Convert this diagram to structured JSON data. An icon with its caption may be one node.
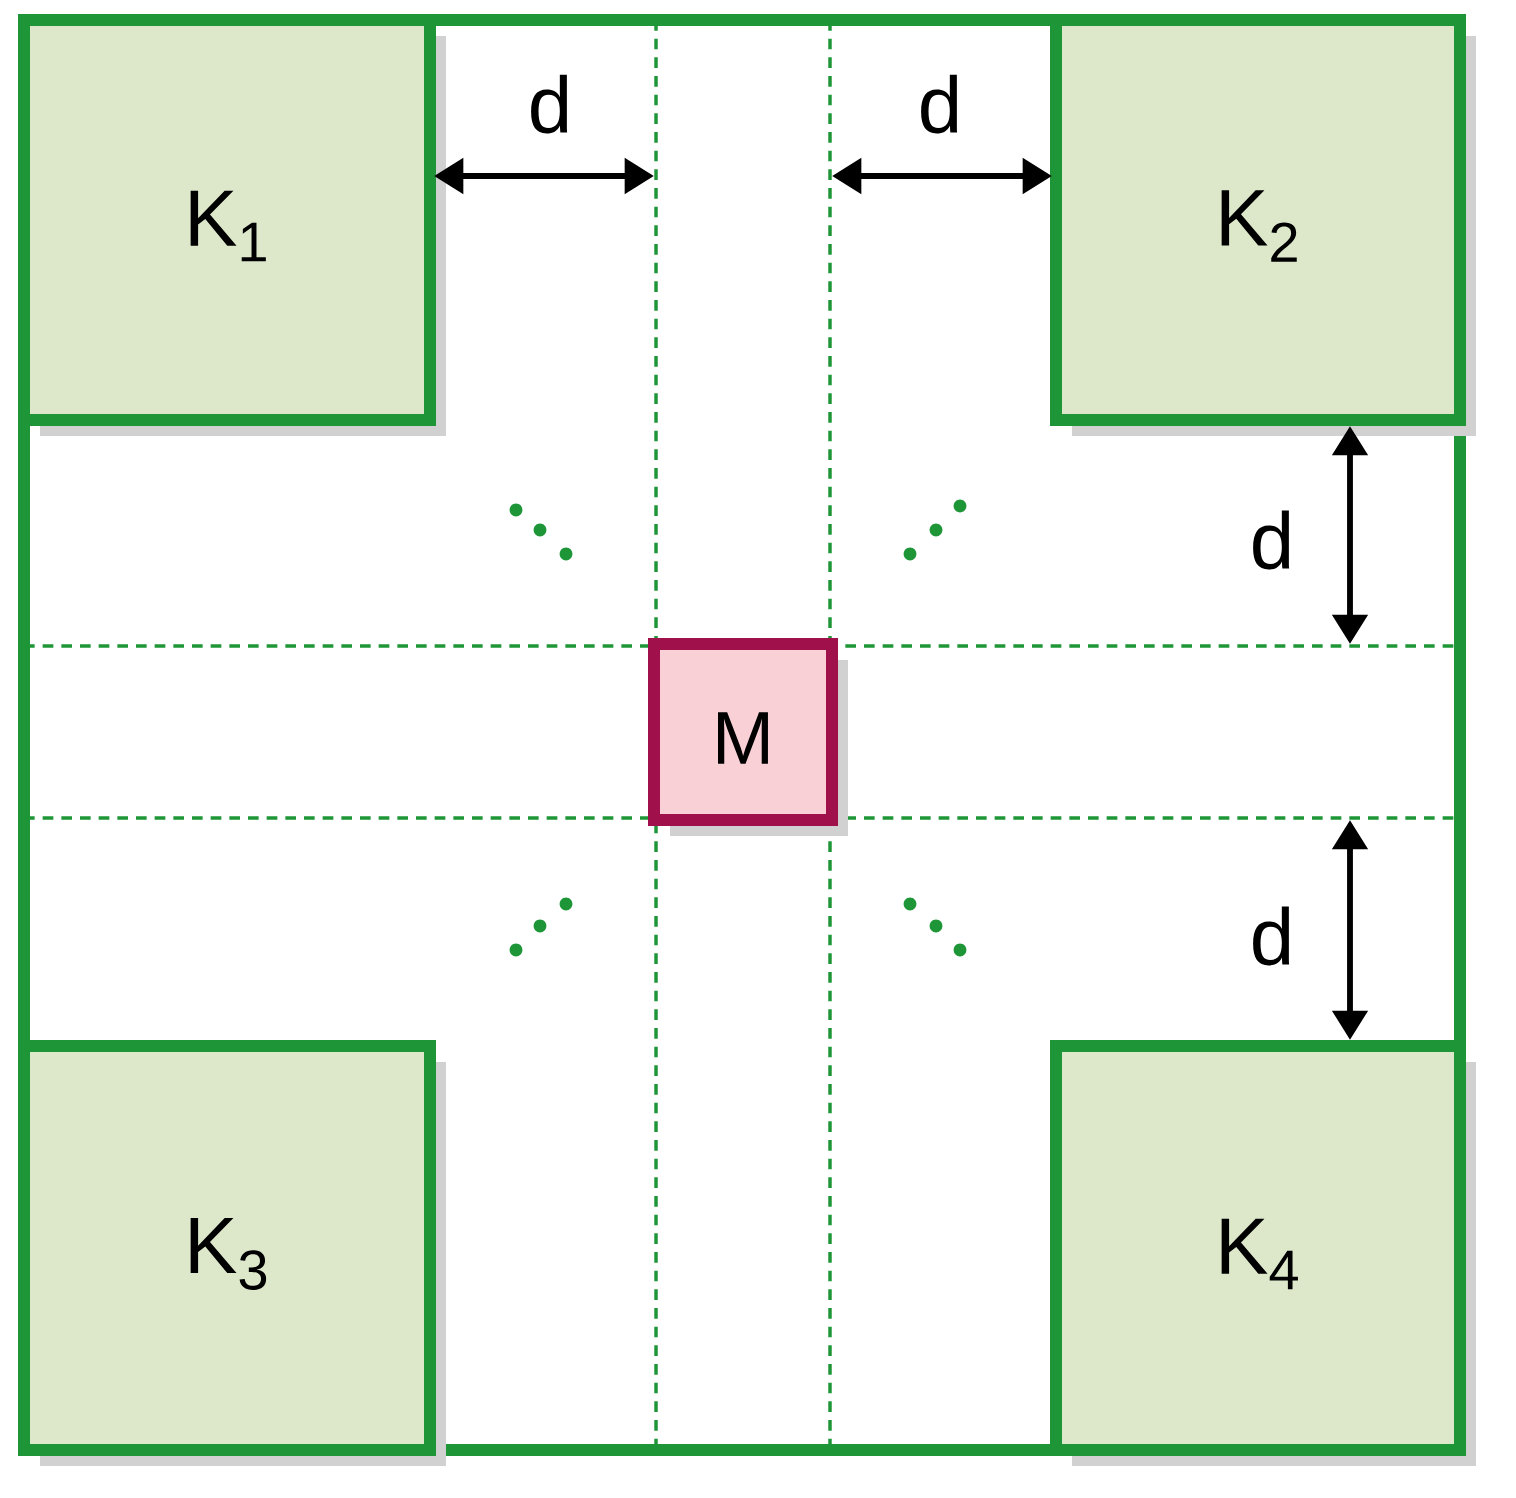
{
  "diagram": {
    "nodes": [
      {
        "text": [
          "K$_{1}$"
        ]
      },
      {
        "text": [
          "K$_{2}$"
        ]
      },
      {
        "text": [
          "M"
        ]
      },
      {
        "text": [
          "K$_{3}$"
        ]
      },
      {
        "text": [
          "K$_{4}$"
        ]
      }
    ],
    "labels": [
      "d",
      "d",
      "d",
      "d"
    ]
  }
}
